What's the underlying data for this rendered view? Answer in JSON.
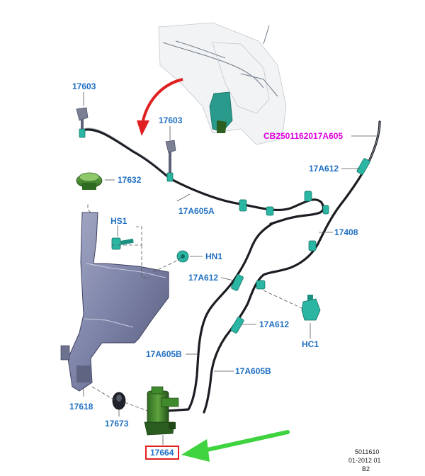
{
  "labels": {
    "p17603_top": "17603",
    "p17603_mid": "17603",
    "p17632": "17632",
    "hs1": "HS1",
    "hn1": "HN1",
    "p17a605a": "17A605A",
    "cb_ref": "CB2501162017A605",
    "p17a612_right": "17A612",
    "p17408": "17408",
    "p17a612_mid": "17A612",
    "p17a612_lower": "17A612",
    "hc1": "HC1",
    "p17a605b_left": "17A605B",
    "p17a605b_right": "17A605B",
    "p17618": "17618",
    "p17673": "17673",
    "p17664": "17664"
  },
  "footer": {
    "line1": "5011610",
    "line2": "01-2012 01",
    "line3": "B2"
  },
  "colors": {
    "label_blue": "#1f6fc2",
    "reference_magenta": "#e000e0",
    "highlight_box": "#e02020",
    "green_arrow": "#3fd43f",
    "red_arrow": "#e02020"
  }
}
